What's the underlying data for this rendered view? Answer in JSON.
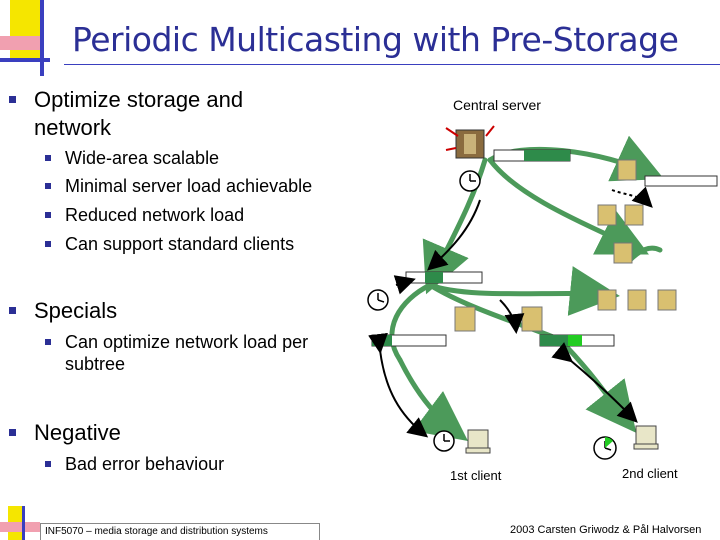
{
  "slide": {
    "title": "Periodic Multicasting with Pre-Storage",
    "bullets": [
      {
        "text": "Optimize storage and network",
        "sub": [
          "Wide-area scalable",
          "Minimal server load achievable",
          "Reduced network load",
          "Can support standard clients"
        ]
      },
      {
        "text": "Specials",
        "sub": [
          "Can optimize network load per subtree"
        ]
      },
      {
        "text": "Negative",
        "sub": [
          "Bad error behaviour"
        ]
      }
    ]
  },
  "diagram": {
    "server_label": "Central server",
    "client1_label": "1st client",
    "client2_label": "2nd client",
    "colors": {
      "link": "#4c9a5a",
      "buffer_fill": "#2e8b4a",
      "buffer_highlight": "#22cc22"
    }
  },
  "footer": {
    "left": "INF5070 – media storage and distribution systems",
    "right": "2003  Carsten Griwodz & Pål Halvorsen"
  }
}
